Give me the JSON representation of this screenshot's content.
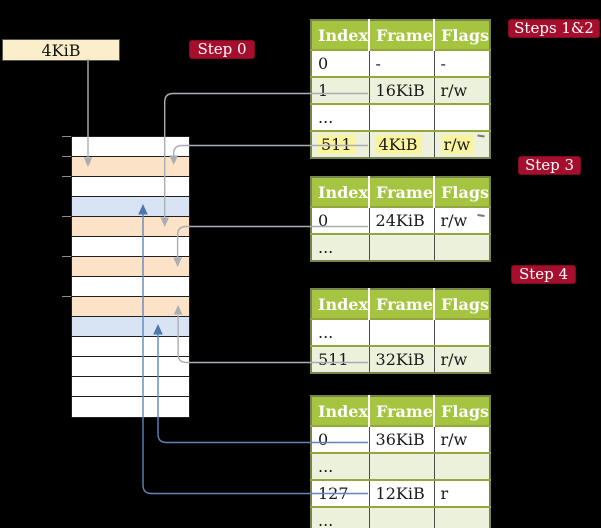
{
  "frame_box": {
    "label": "4KiB"
  },
  "step_labels": [
    {
      "label": "Step 0"
    },
    {
      "label": "Steps 1&2"
    },
    {
      "label": "Step 3"
    },
    {
      "label": "Step 4"
    }
  ],
  "memory": {
    "rows": [
      {
        "color": "white"
      },
      {
        "color": "peach"
      },
      {
        "color": "white"
      },
      {
        "color": "blue"
      },
      {
        "color": "peach"
      },
      {
        "color": "white"
      },
      {
        "color": "peach"
      },
      {
        "color": "white"
      },
      {
        "color": "peach"
      },
      {
        "color": "blue"
      },
      {
        "color": "white"
      },
      {
        "color": "white"
      },
      {
        "color": "white"
      },
      {
        "color": "white"
      }
    ]
  },
  "tables": [
    {
      "name": "page-table-steps-1-2",
      "headers": [
        "Index",
        "Frame",
        "Flags"
      ],
      "rows": [
        {
          "cells": [
            "0",
            "-",
            "-"
          ],
          "bg": "white",
          "highlight": false
        },
        {
          "cells": [
            "1",
            "16KiB",
            "r/w"
          ],
          "bg": "green",
          "highlight": false
        },
        {
          "cells": [
            "...",
            "",
            ""
          ],
          "bg": "white",
          "highlight": false
        },
        {
          "cells": [
            "511",
            "4KiB",
            "r/w"
          ],
          "bg": "green",
          "highlight": true
        }
      ]
    },
    {
      "name": "page-table-step-3",
      "headers": [
        "Index",
        "Frame",
        "Flags"
      ],
      "rows": [
        {
          "cells": [
            "0",
            "24KiB",
            "r/w"
          ],
          "bg": "white",
          "highlight": false
        },
        {
          "cells": [
            "...",
            "",
            ""
          ],
          "bg": "green",
          "highlight": false
        }
      ]
    },
    {
      "name": "page-table-step-4",
      "headers": [
        "Index",
        "Frame",
        "Flags"
      ],
      "rows": [
        {
          "cells": [
            "...",
            "",
            ""
          ],
          "bg": "white",
          "highlight": false
        },
        {
          "cells": [
            "511",
            "32KiB",
            "r/w"
          ],
          "bg": "green",
          "highlight": false
        }
      ]
    },
    {
      "name": "page-table-final",
      "headers": [
        "Index",
        "Frame",
        "Flags"
      ],
      "rows": [
        {
          "cells": [
            "0",
            "36KiB",
            "r/w"
          ],
          "bg": "white",
          "highlight": false
        },
        {
          "cells": [
            "...",
            "",
            ""
          ],
          "bg": "green",
          "highlight": false
        },
        {
          "cells": [
            "127",
            "12KiB",
            "r"
          ],
          "bg": "white",
          "highlight": false
        },
        {
          "cells": [
            "...",
            "",
            ""
          ],
          "bg": "green",
          "highlight": false
        }
      ]
    }
  ],
  "colors": {
    "background": "#000000",
    "step_label_bg": "#A50E2D",
    "table_header_bg": "#A5C43F",
    "table_row_green": "#ECF1DB",
    "highlight_yellow": "#FBF49E",
    "memory_peach": "#FCE3C8",
    "memory_blue": "#D8E4F3",
    "frame_box_bg": "#FAEFCA",
    "gray_connector": "#A9AEB4",
    "blue_connector": "#6286BB"
  }
}
